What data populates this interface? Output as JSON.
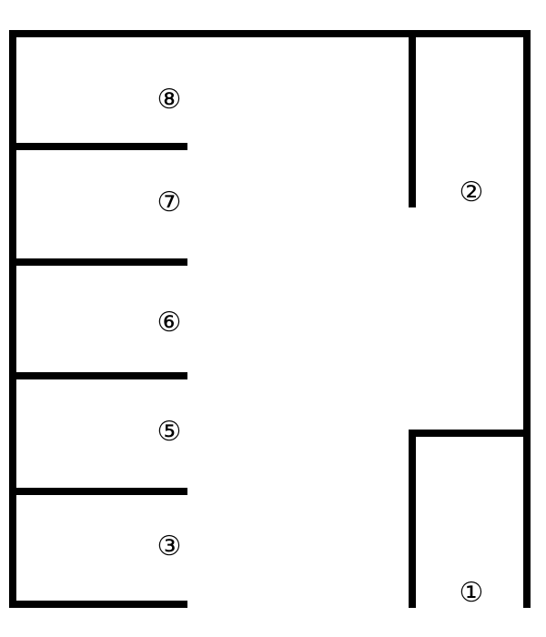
{
  "spaces": [
    {
      "id": "space-8",
      "label": "⑧"
    },
    {
      "id": "space-7",
      "label": "⑦"
    },
    {
      "id": "space-6",
      "label": "⑥"
    },
    {
      "id": "space-5",
      "label": "⑤"
    },
    {
      "id": "space-3",
      "label": "③"
    },
    {
      "id": "space-2",
      "label": "②"
    },
    {
      "id": "space-1",
      "label": "①"
    }
  ],
  "colors": {
    "wall": "#000000",
    "background": "#ffffff",
    "text": "#000000"
  }
}
